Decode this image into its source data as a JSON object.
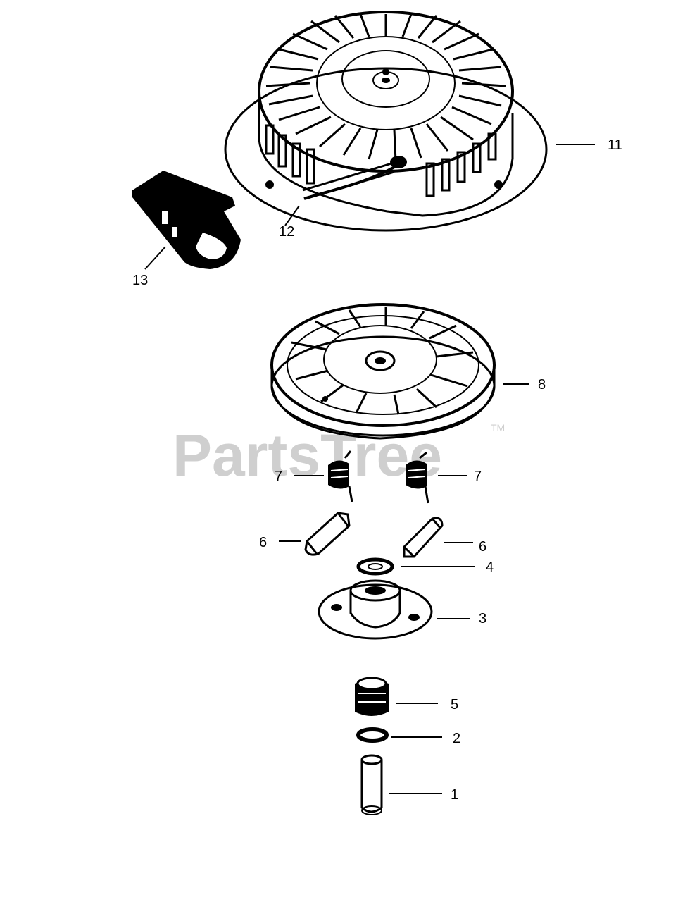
{
  "watermark": {
    "text": "PartsTree",
    "trademark": "TM"
  },
  "callouts": {
    "c11": "11",
    "c12": "12",
    "c13": "13",
    "c8": "8",
    "c7a": "7",
    "c7b": "7",
    "c6a": "6",
    "c6b": "6",
    "c4": "4",
    "c3": "3",
    "c5": "5",
    "c2": "2",
    "c1": "1"
  },
  "colors": {
    "line": "#000000",
    "watermark": "#cfcfcf",
    "background": "#ffffff"
  }
}
